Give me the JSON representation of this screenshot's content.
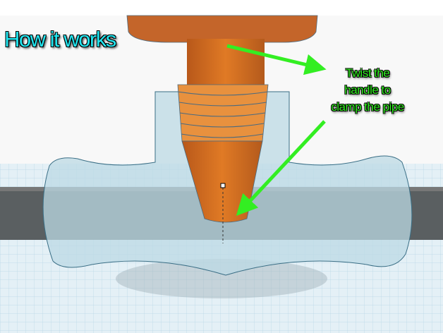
{
  "title": "How it works",
  "annotation": {
    "lines": [
      "Twist the",
      "handle to",
      "clamp the pipe"
    ]
  },
  "colors": {
    "title": "#22e6f0",
    "annotation": "#33ee22",
    "arrow": "#33ee22",
    "handle": "#d9701e",
    "body": "#b9d6e0",
    "pipe": "#555a5c",
    "grid": "#cfe6f2"
  }
}
